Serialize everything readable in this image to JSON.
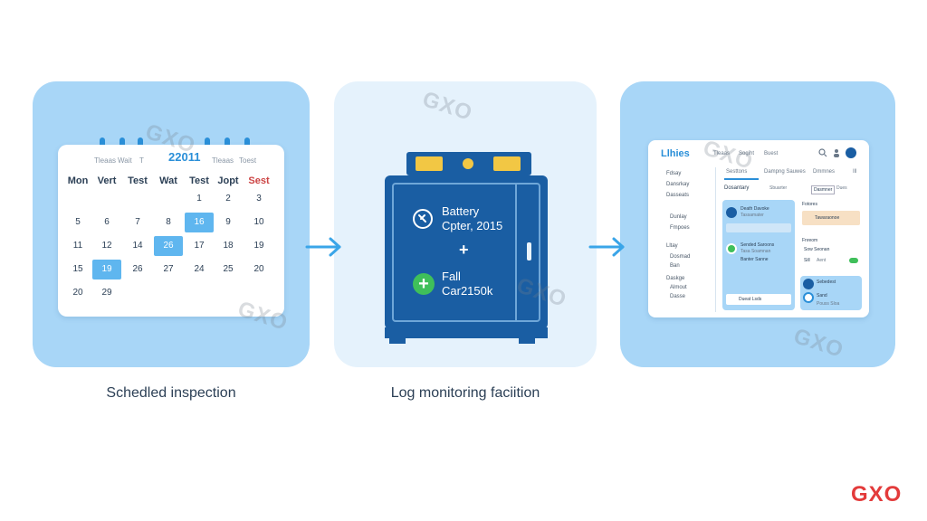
{
  "steps": [
    {
      "caption": "Schedled inspection"
    },
    {
      "caption": "Log monitoring faciition"
    },
    {
      "caption": ""
    }
  ],
  "calendar": {
    "header_labels": [
      "Tleaas",
      "Wait",
      "T"
    ],
    "year": "22011",
    "header_right": [
      "Tleaas",
      "Toest"
    ],
    "days_of_week": [
      "Mon",
      "Vert",
      "Test",
      "Wat",
      "Test",
      "Jopt",
      "Sest"
    ],
    "rows": [
      [
        "",
        "",
        "",
        "",
        "1",
        "2",
        "3"
      ],
      [
        "5",
        "6",
        "7",
        "8",
        "16",
        "9",
        "10"
      ],
      [
        "11",
        "12",
        "14",
        "26",
        "17",
        "18",
        "19"
      ],
      [
        "15",
        "19",
        "26",
        "27",
        "24",
        "25",
        "20"
      ],
      [
        "20",
        "29",
        "",
        "",
        "",
        "",
        ""
      ]
    ],
    "highlighted": [
      "16",
      "26",
      "19"
    ]
  },
  "battery": {
    "line1": "Battery",
    "line2": "Cpter, 2015",
    "line3": "Fall",
    "line4": "Car2150k"
  },
  "dashboard": {
    "title": "Llhies",
    "nav": [
      "Tleaas",
      "Sogiht",
      "Buest"
    ],
    "sidebar": [
      "Fdsay",
      "Dansrkay",
      "Dasseats",
      "Dunlay",
      "Fmpoes",
      "Lltay",
      "Dosmad",
      "Ban",
      "Daskge",
      "Almout",
      "Dasse"
    ],
    "tabs": [
      "Sesttons",
      "Dampng Sauwes",
      "Dmmnes",
      "Ill"
    ],
    "subheader": "Dosantary",
    "filters": [
      "Sbuarter",
      "Dasmner",
      "Dues"
    ],
    "left_card": [
      "Death Davoke",
      "Tassamater",
      "Sended Saroons",
      "Tasa Soamnan",
      "Banter Sanne",
      "Dueat Lsds"
    ],
    "right_cards": [
      "Fotores",
      "Tawaraonoe",
      "Fnreom",
      "Sow Seonan",
      "Sill",
      "Aent",
      "Sebedest",
      "Sand",
      "Pouss Sloa"
    ]
  },
  "watermark": "GXO",
  "brand": "GXO",
  "colors": {
    "panel_blue": "#a8d6f7",
    "panel_light": "#e5f2fc",
    "device_blue": "#1a5ea3",
    "accent": "#2a8fd8",
    "arrow": "#3aa5e8",
    "brand_red": "#e33b3b",
    "battery_yellow": "#f2c744",
    "ok_green": "#3fbf5a"
  }
}
